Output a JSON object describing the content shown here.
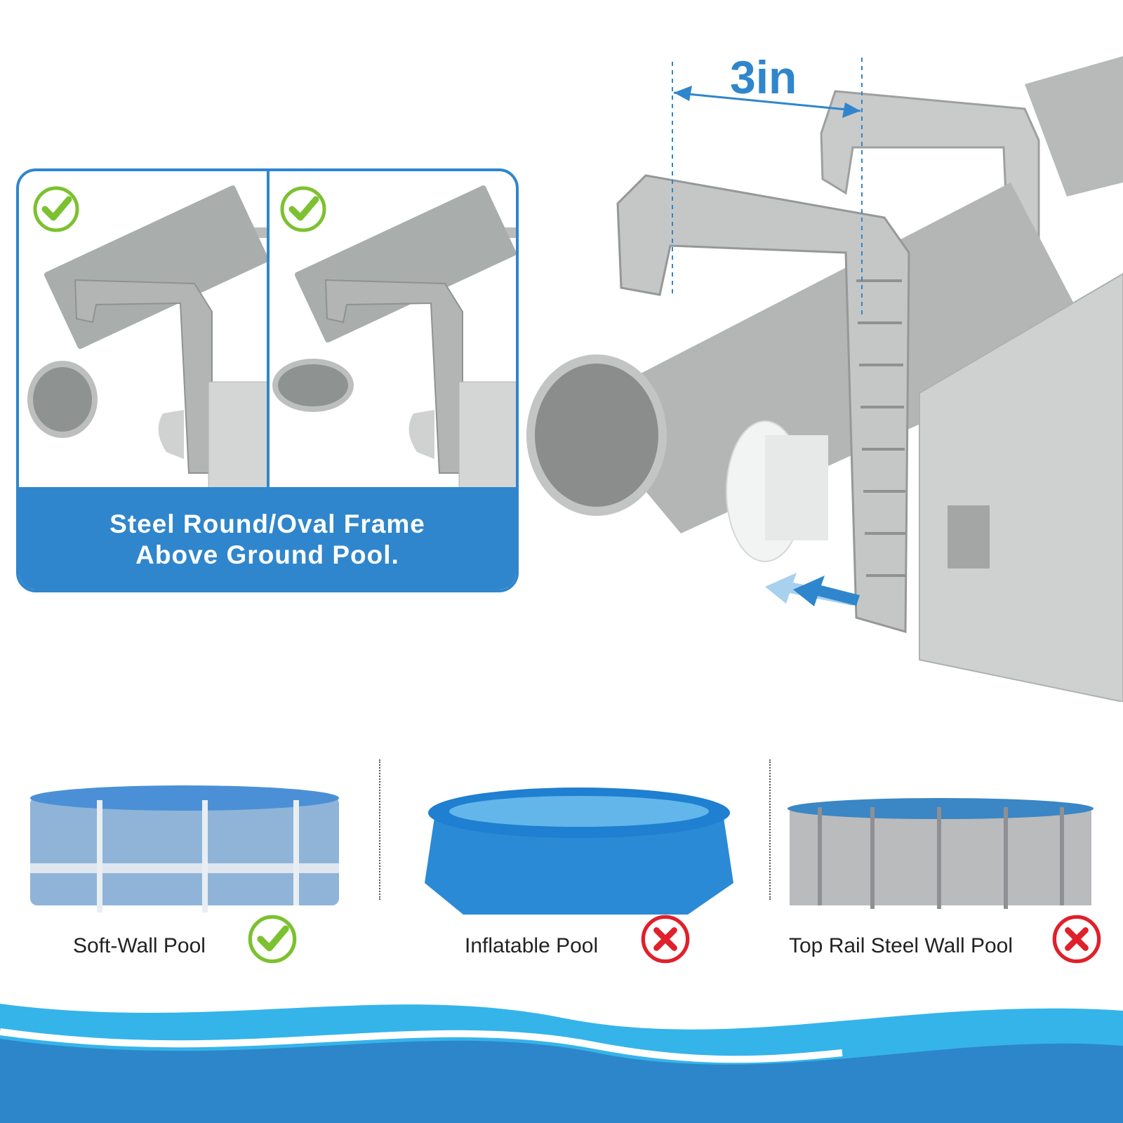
{
  "dimension": {
    "label": "3in"
  },
  "compat_card": {
    "caption_line1": "Steel Round/Oval Frame",
    "caption_line2": "Above Ground Pool."
  },
  "pools": [
    {
      "label": "Soft-Wall Pool",
      "compatible": true
    },
    {
      "label": "Inflatable Pool",
      "compatible": false
    },
    {
      "label": "Top Rail Steel Wall Pool",
      "compatible": false
    }
  ],
  "colors": {
    "accent_blue": "#2f86cc",
    "check_green": "#7cc12f",
    "cross_red": "#e0202a",
    "part_gray": "#c8cac9"
  },
  "icons": {
    "check": "check-circle-icon",
    "cross": "cross-circle-icon",
    "arrow": "double-left-arrow-icon"
  }
}
